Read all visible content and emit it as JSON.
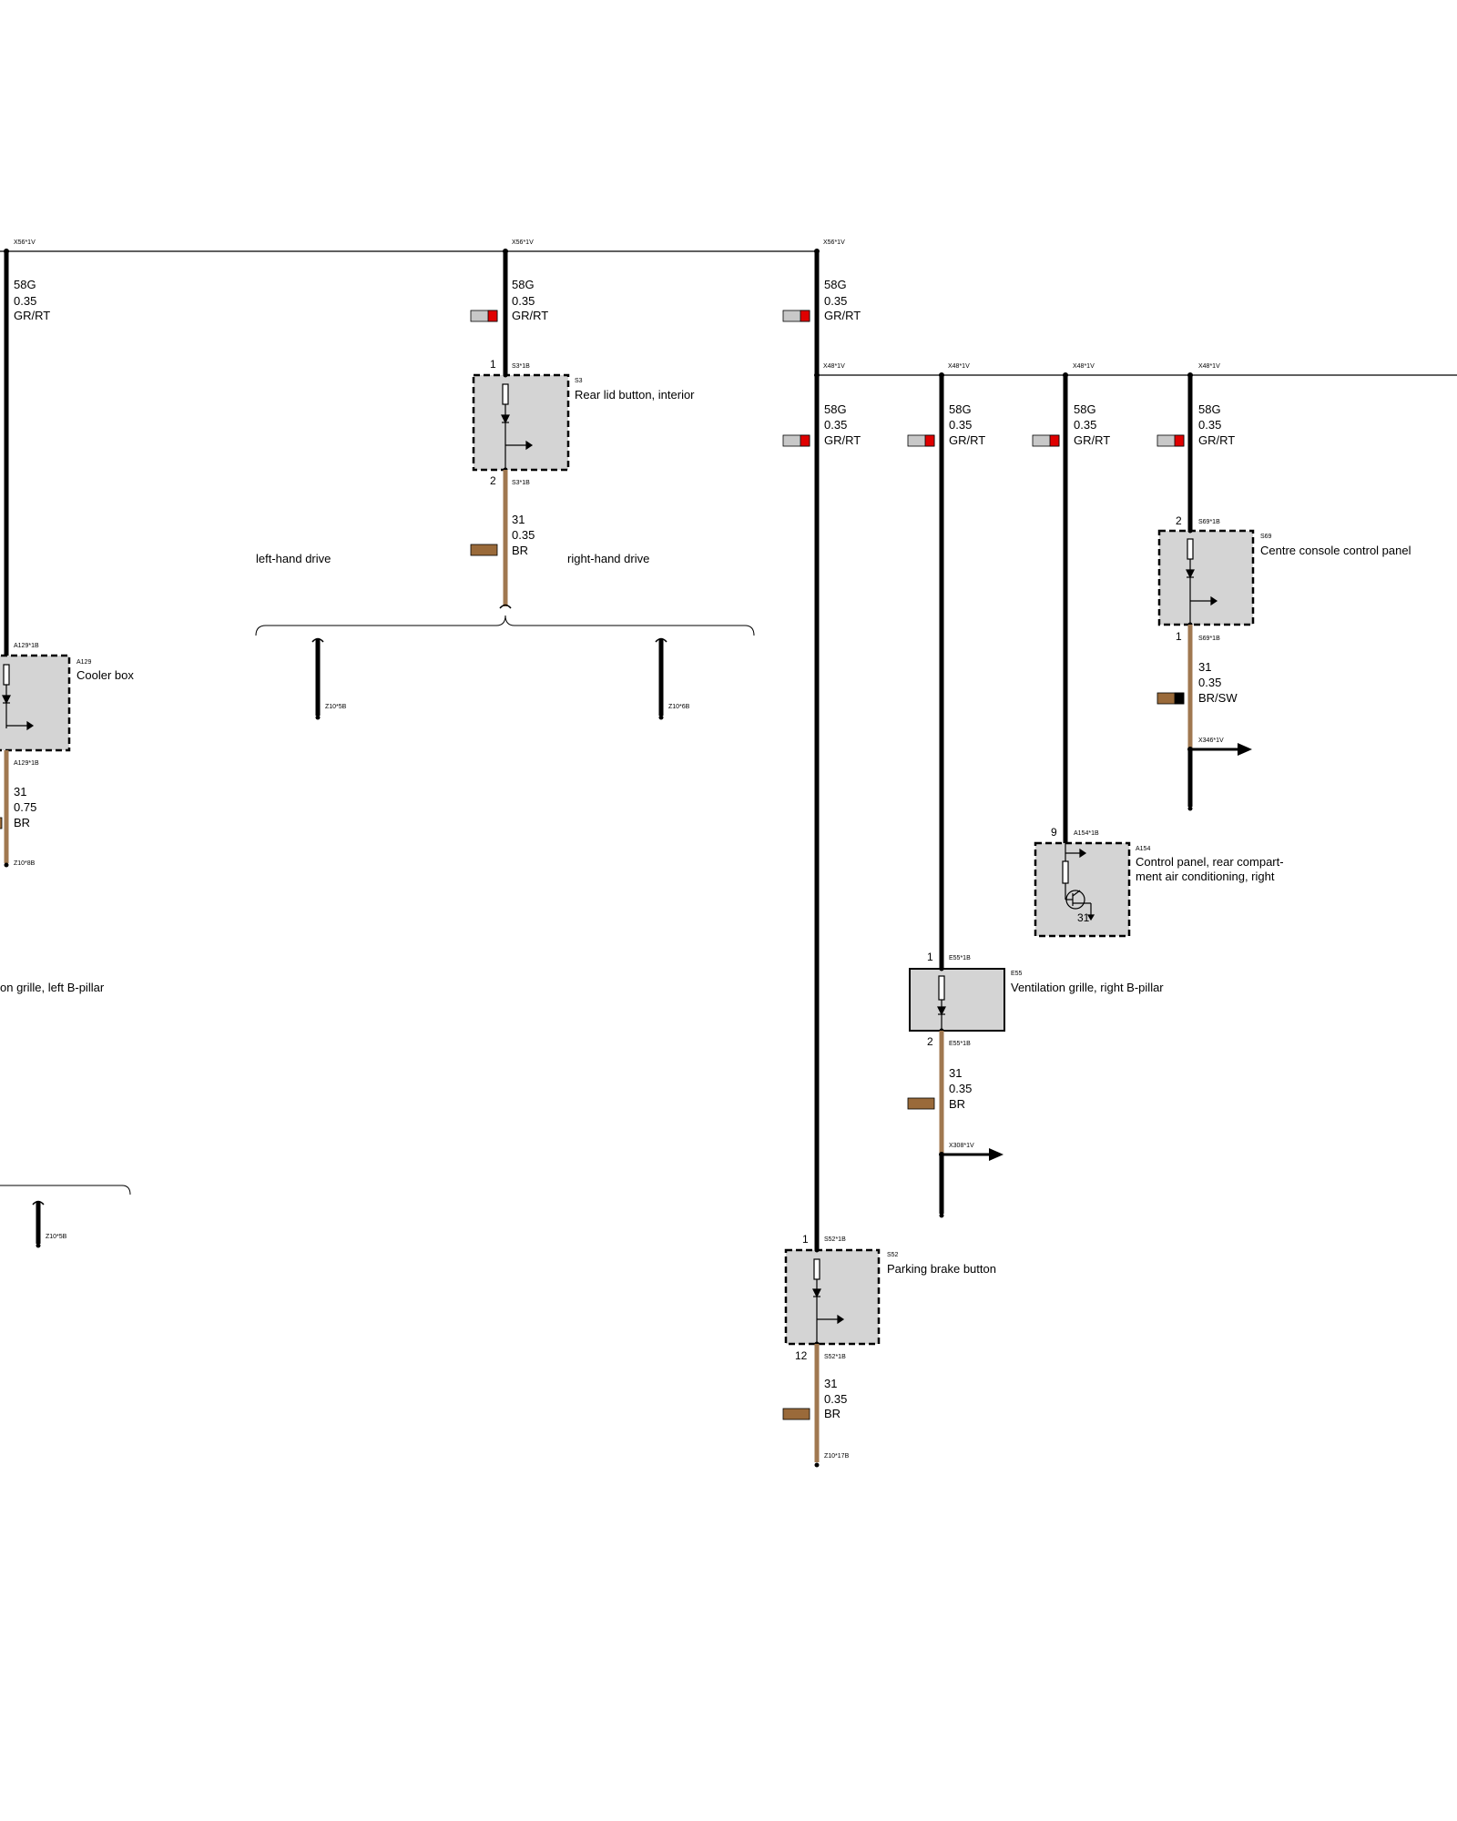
{
  "colors": {
    "black_wire": "#000000",
    "brown_wire": "#a07850",
    "brown_swatch": "#9a6a3a",
    "gray_swatch": "#c8c8c8",
    "red_swatch": "#e00000",
    "component_fill": "#d4d4d4"
  },
  "connectors": {
    "x56_1v": "X56*1V",
    "x48_1v": "X48*1V",
    "s3_1b": "S3*1B",
    "a129_1b": "A129*1B",
    "s69_1b": "S69*1B",
    "x346_1v": "X346*1V",
    "a154_1b": "A154*1B",
    "e55_1b": "E55*1B",
    "x308_1v": "X308*1V",
    "s52_1b": "S52*1B",
    "z10_8b": "Z10*8B",
    "z10_5b": "Z10*5B",
    "z10_6b": "Z10*6B",
    "z10_17b": "Z10*17B"
  },
  "wire": {
    "circuit_58g": "58G",
    "circuit_31": "31",
    "size_035": "0.35",
    "size_075": "0.75",
    "color_grrt": "GR/RT",
    "color_br": "BR",
    "color_brsw": "BR/SW"
  },
  "pins": {
    "p1": "1",
    "p2": "2",
    "p9": "9",
    "p12": "12",
    "gnd31": "31"
  },
  "components": {
    "s3": {
      "code": "S3",
      "name": "Rear lid button, interior"
    },
    "a129": {
      "code": "A129",
      "name": "Cooler box"
    },
    "s69": {
      "code": "S69",
      "name": "Centre console control panel"
    },
    "a154": {
      "code": "A154",
      "name_line1": "Control panel, rear compart-",
      "name_line2": "ment air conditioning, right"
    },
    "e55": {
      "code": "E55",
      "name": "Ventilation grille, right B-pillar"
    },
    "e54_partial": {
      "name": "on grille, left B-pillar"
    },
    "s52": {
      "code": "S52",
      "name": "Parking brake button"
    }
  },
  "variants": {
    "lhd": "left-hand drive",
    "rhd": "right-hand drive"
  }
}
